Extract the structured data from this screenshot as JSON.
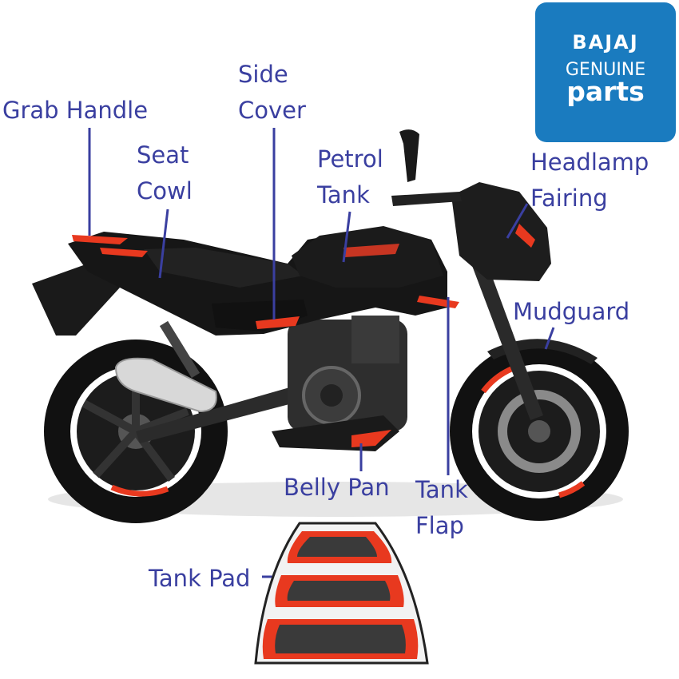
{
  "brand": {
    "line1": "BAJAJ",
    "line2": "GENUINE",
    "line3": "parts",
    "color": "#1a7bbf"
  },
  "labels": {
    "grab_handle": "Grab Handle",
    "seat_cowl_1": "Seat",
    "seat_cowl_2": "Cowl",
    "side_cover_1": "Side",
    "side_cover_2": "Cover",
    "petrol_tank_1": "Petrol",
    "petrol_tank_2": "Tank",
    "headlamp_fairing_1": "Headlamp",
    "headlamp_fairing_2": "Fairing",
    "mudguard": "Mudguard",
    "belly_pan": "Belly Pan",
    "tank_flap_1": "Tank",
    "tank_flap_2": "Flap",
    "tank_pad": "Tank Pad"
  },
  "colors": {
    "label_text": "#3a3fa0",
    "leader_line": "#3a3fa0",
    "accent_red": "#e8391f",
    "body_black": "#161616"
  }
}
